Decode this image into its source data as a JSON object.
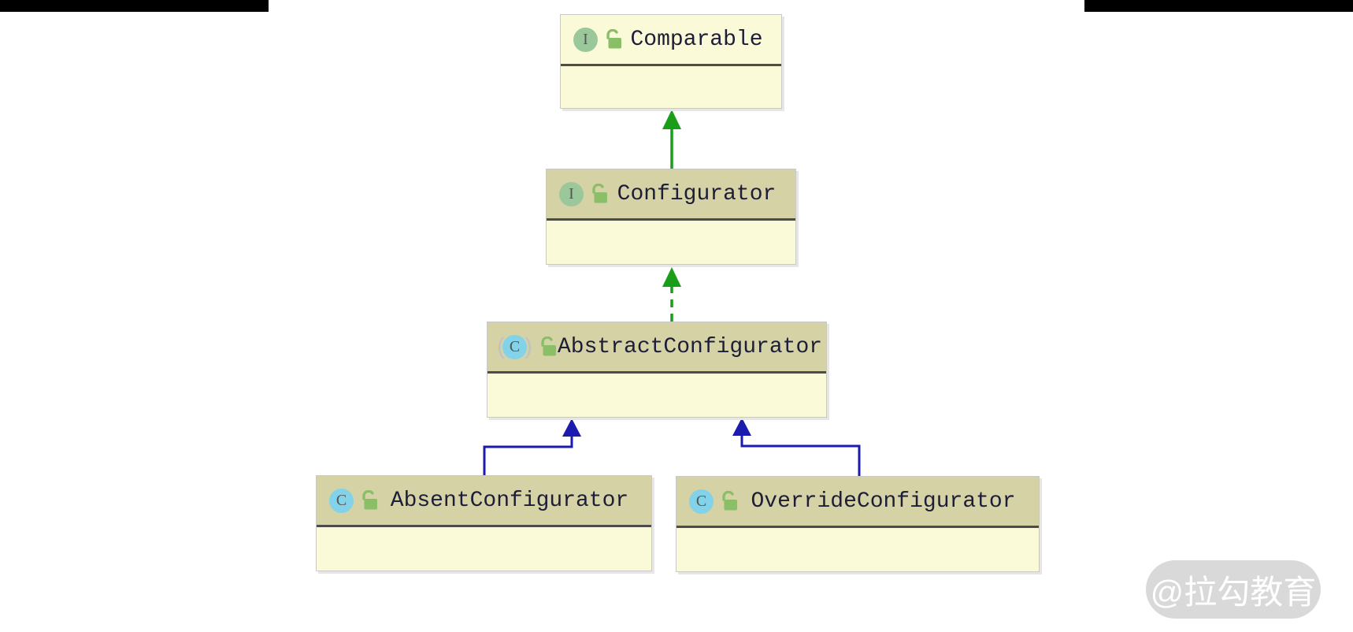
{
  "diagram": {
    "tool_look": "intellij-uml",
    "nodes": [
      {
        "name": "Comparable",
        "kind": "interface",
        "icon_letter": "I"
      },
      {
        "name": "Configurator",
        "kind": "interface",
        "icon_letter": "I"
      },
      {
        "name": "AbstractConfigurator",
        "kind": "abstract-class",
        "icon_letter": "C"
      },
      {
        "name": "AbsentConfigurator",
        "kind": "class",
        "icon_letter": "C"
      },
      {
        "name": "OverrideConfigurator",
        "kind": "class",
        "icon_letter": "C"
      }
    ],
    "edges": [
      {
        "from": "Configurator",
        "to": "Comparable",
        "relation": "extends",
        "style": "solid-green"
      },
      {
        "from": "AbstractConfigurator",
        "to": "Configurator",
        "relation": "implements",
        "style": "dashed-green"
      },
      {
        "from": "AbsentConfigurator",
        "to": "AbstractConfigurator",
        "relation": "extends",
        "style": "solid-blue"
      },
      {
        "from": "OverrideConfigurator",
        "to": "AbstractConfigurator",
        "relation": "extends",
        "style": "solid-blue"
      }
    ],
    "colors": {
      "interface_edge": "#1a9e1a",
      "class_edge": "#1b1bad",
      "header_khaki": "#d5d2a6",
      "node_body": "#fbfad8",
      "divider": "#4c4c4c",
      "interface_icon_bg": "#9bc89b",
      "class_icon_bg": "#82d2e9",
      "lock_icon": "#8abf68"
    }
  },
  "watermark": {
    "text": "@拉勾教育"
  }
}
